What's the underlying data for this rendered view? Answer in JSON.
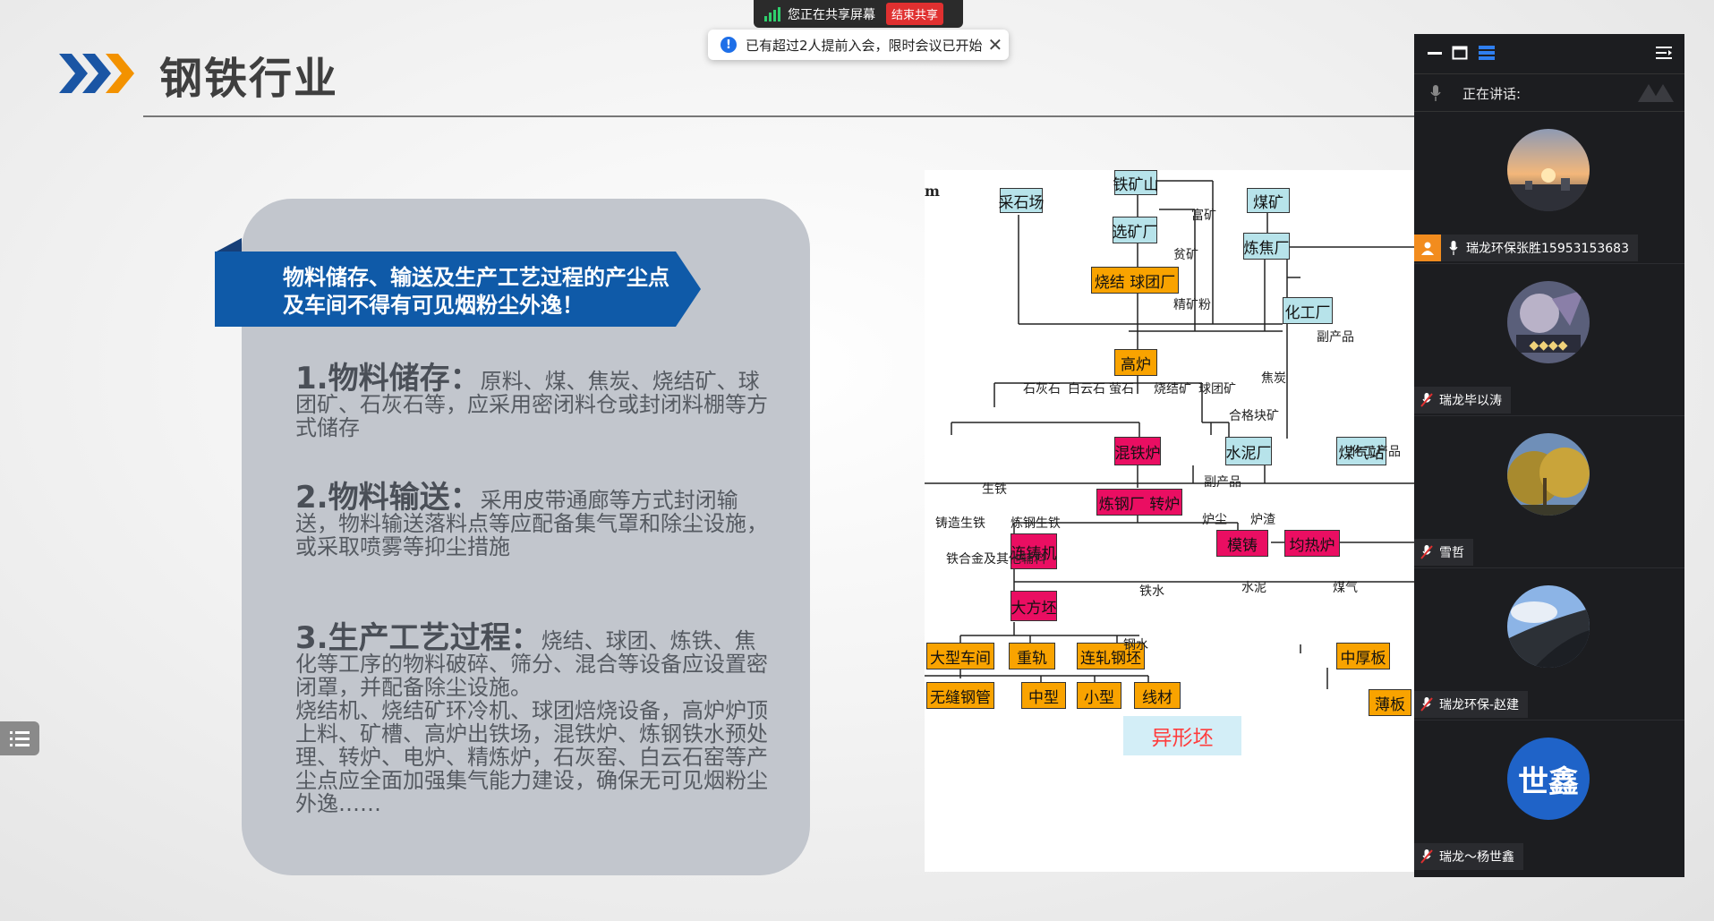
{
  "slide": {
    "title": "钢铁行业",
    "banner": "物料储存、输送及生产工艺过程的产尘点及车间不得有可见烟粉尘外逸！",
    "sections": [
      {
        "head": "1.物料储存：",
        "body": "原料、煤、焦炭、烧结矿、球团矿、石灰石等，应采用密闭料仓或封闭料棚等方式储存"
      },
      {
        "head": "2.物料输送：",
        "body": "采用皮带通廊等方式封闭输送，物料输送落料点等应配备集气罩和除尘设施，或采取喷雾等抑尘措施"
      },
      {
        "head": "3.生产工艺过程：",
        "body": "烧结、球团、炼铁、焦化等工序的物料破碎、筛分、混合等设备应设置密闭罩，并配备除尘设施。",
        "body2": "烧结机、烧结矿环冷机、球团焙烧设备，高炉炉顶上料、矿槽、高炉出铁场，混铁炉、炼钢铁水预处理、转炉、电炉、精炼炉，石灰窑、白云石窑等产尘点应全面加强集气能力建设，确保无可见烟粉尘外逸……"
      }
    ]
  },
  "flowchart": {
    "edge_letter": "m",
    "nodes": {
      "iron_mine": "铁矿山",
      "quarry": "采石场",
      "beneficiation": "选矿厂",
      "sinter": "烧结 球团厂",
      "coal_mine": "煤矿",
      "coking": "炼焦厂",
      "chemical": "化工厂",
      "blast_furnace": "高炉",
      "mixer": "混铁炉",
      "cement": "水泥厂",
      "gas_station": "煤气站",
      "steelmaking": "炼钢厂 转炉",
      "caster": "连铸机",
      "ingot": "模铸",
      "soaking": "均热炉",
      "bloom": "大方坯",
      "large_mill": "大型车间",
      "rail": "重轨",
      "billet_mill": "连轧钢坯",
      "plate": "中厚板",
      "seamless": "无缝钢管",
      "medium": "中型",
      "small": "小型",
      "wire": "线材",
      "thin": "薄板"
    },
    "labels": {
      "rich": "富矿",
      "lean": "贫矿",
      "concentrate": "精矿粉",
      "limestone": "石灰石",
      "dolomite": "白云石",
      "fluorite": "萤石",
      "sinter_ore": "烧结矿",
      "pellet": "球团矿",
      "qualified": "合格块矿",
      "coke": "焦炭",
      "byproduct1": "副产品",
      "chem_products": "化工产品",
      "pig_iron": "生铁",
      "byproduct2": "副产品",
      "foundry": "铸造生铁",
      "steel_iron": "炼钢生铁",
      "dust": "炉尘",
      "slag": "炉渣",
      "ferroalloy": "铁合金及其他辅料",
      "hot_metal": "铁水",
      "cement_out": "水泥",
      "gas": "煤气",
      "molten_steel": "钢水"
    },
    "shaped_blank": "异形坯"
  },
  "screen_share": {
    "status": "您正在共享屏幕",
    "stop_label": "结束共享",
    "notice": "已有超过2人提前入会，限时会议已开始"
  },
  "panel": {
    "speaking_label": "正在讲话:",
    "participants": [
      {
        "name": "瑞龙环保张胜15953153683",
        "host": true
      },
      {
        "name": "瑞龙毕以涛",
        "host": false
      },
      {
        "name": "雪哲",
        "host": false
      },
      {
        "name": "瑞龙环保-赵建",
        "host": false
      },
      {
        "name": "瑞龙～杨世鑫",
        "host": false,
        "initials": "世鑫"
      }
    ]
  },
  "colors": {
    "banner": "#0f5aa8",
    "card": "#c2c6cd",
    "cyan_box": "#b7e3ea",
    "orange_box": "#f9a300",
    "pink_box": "#ea0e62",
    "panel": "#1c1d20",
    "avatar_blue": "#1f63c8"
  }
}
